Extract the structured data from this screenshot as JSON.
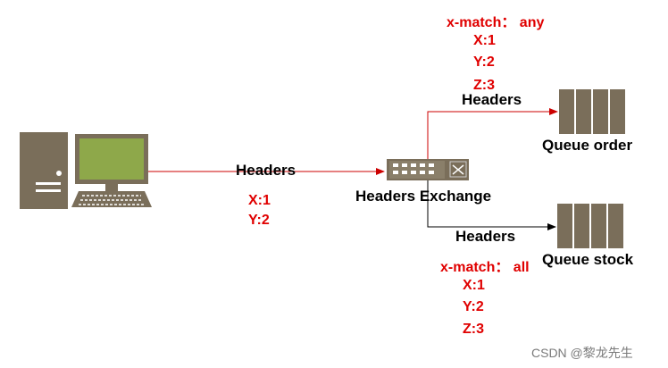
{
  "colors": {
    "arrow": "#cc0000",
    "device": "#7a6e5a",
    "screen": "#8ea84a",
    "label_red": "#e00000",
    "black_arrow": "#000000"
  },
  "producer": {
    "arrow_label": "Headers",
    "headers": [
      "X:1",
      "Y:2"
    ]
  },
  "exchange": {
    "label": "Headers Exchange"
  },
  "route_order": {
    "arrow_label": "Headers",
    "match": "x-match： any",
    "headers": [
      "X:1",
      "Y:2",
      "Z:3"
    ],
    "queue_label": "Queue order"
  },
  "route_stock": {
    "arrow_label": "Headers",
    "match": "x-match： all",
    "headers": [
      "X:1",
      "Y:2",
      "Z:3"
    ],
    "queue_label": "Queue stock"
  },
  "watermark": "CSDN @黎龙先生"
}
